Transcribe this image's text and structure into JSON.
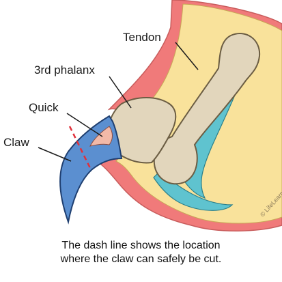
{
  "labels": {
    "tendon": "Tendon",
    "phalanx": "3rd phalanx",
    "quick": "Quick",
    "claw": "Claw"
  },
  "watermark": "© LifeLearn Inc.",
  "caption": {
    "line1": "The dash line shows the location",
    "line2": "where the claw can safely be cut."
  },
  "colors": {
    "skin_outline": "#f07a7a",
    "skin_fill": "#f9e29b",
    "tendon_teal": "#5fc3cf",
    "bone": "#e2d6bc",
    "claw_blue": "#5b8fd0",
    "quick_pink": "#f2b9a8",
    "cut_line": "#e0303a"
  }
}
